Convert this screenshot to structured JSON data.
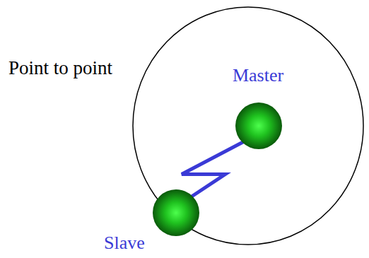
{
  "diagram": {
    "nodes": [
      {
        "text": [
          "Master"
        ]
      },
      {
        "text": [
          "Slave"
        ]
      }
    ],
    "edges": [
      {
        "from": 0,
        "to": 1,
        "arrow": "none"
      }
    ],
    "labels": [
      "Point to point"
    ]
  }
}
